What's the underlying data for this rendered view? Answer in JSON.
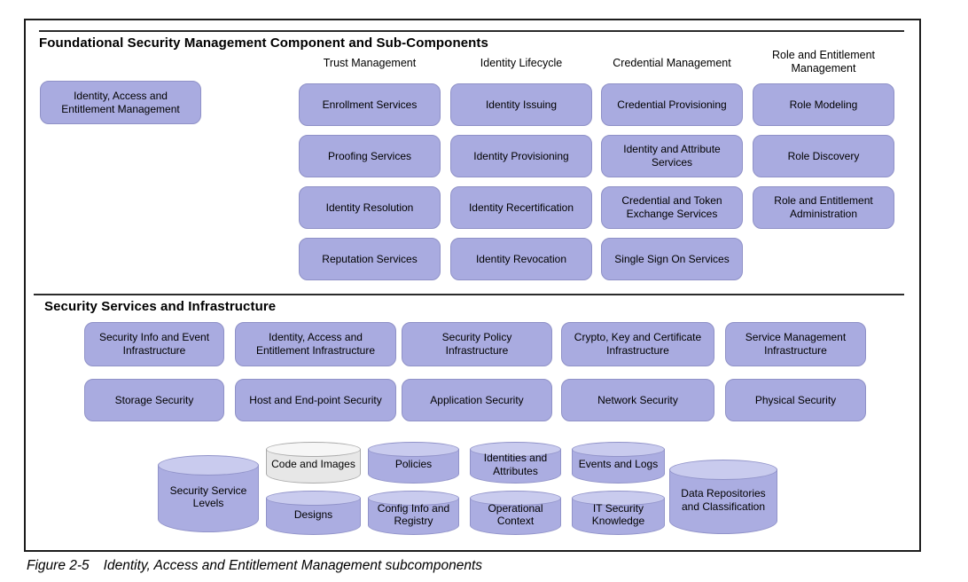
{
  "colors": {
    "box_fill": "#a9abe0",
    "box_border": "#8f91c7",
    "cyl_fill": "#abade1",
    "cyl_top": "#c9cbee",
    "cyl_border": "#9193c9",
    "gray_fill": "#e7e7e7",
    "gray_top": "#f6f6f6",
    "gray_border": "#ababab"
  },
  "diagram": {
    "top_section": {
      "title": "Foundational Security Management Component and Sub-Components",
      "root_box": "Identity, Access and Entitlement Management",
      "columns": [
        {
          "header": "Trust Management",
          "boxes": [
            "Enrollment Services",
            "Proofing Services",
            "Identity Resolution",
            "Reputation Services"
          ]
        },
        {
          "header": "Identity Lifecycle",
          "boxes": [
            "Identity Issuing",
            "Identity Provisioning",
            "Identity Recertification",
            "Identity Revocation"
          ]
        },
        {
          "header": "Credential Management",
          "boxes": [
            "Credential Provisioning",
            "Identity and Attribute Services",
            "Credential and Token Exchange Services",
            "Single Sign On Services"
          ]
        },
        {
          "header": "Role and Entitlement Management",
          "boxes": [
            "Role Modeling",
            "Role Discovery",
            "Role and Entitlement Administration"
          ]
        }
      ]
    },
    "bottom_section": {
      "title": "Security Services and Infrastructure",
      "rows": [
        [
          "Security Info and Event Infrastructure",
          "Identity, Access and Entitlement Infrastructure",
          "Security Policy Infrastructure",
          "Crypto, Key and Certificate Infrastructure",
          "Service Management Infrastructure"
        ],
        [
          "Storage Security",
          "Host and End-point Security",
          "Application Security",
          "Network Security",
          "Physical Security"
        ]
      ],
      "repositories": {
        "left_cylinder": "Security Service Levels",
        "right_cylinder": "Data Repositories and Classification",
        "top_row": [
          "Code and Images",
          "Policies",
          "Identities and Attributes",
          "Events and Logs"
        ],
        "bottom_row": [
          "Designs",
          "Config Info and Registry",
          "Operational Context",
          "IT Security Knowledge"
        ]
      }
    }
  },
  "caption": {
    "figure_label": "Figure 2-5",
    "text": "Identity, Access and Entitlement Management subcomponents"
  }
}
